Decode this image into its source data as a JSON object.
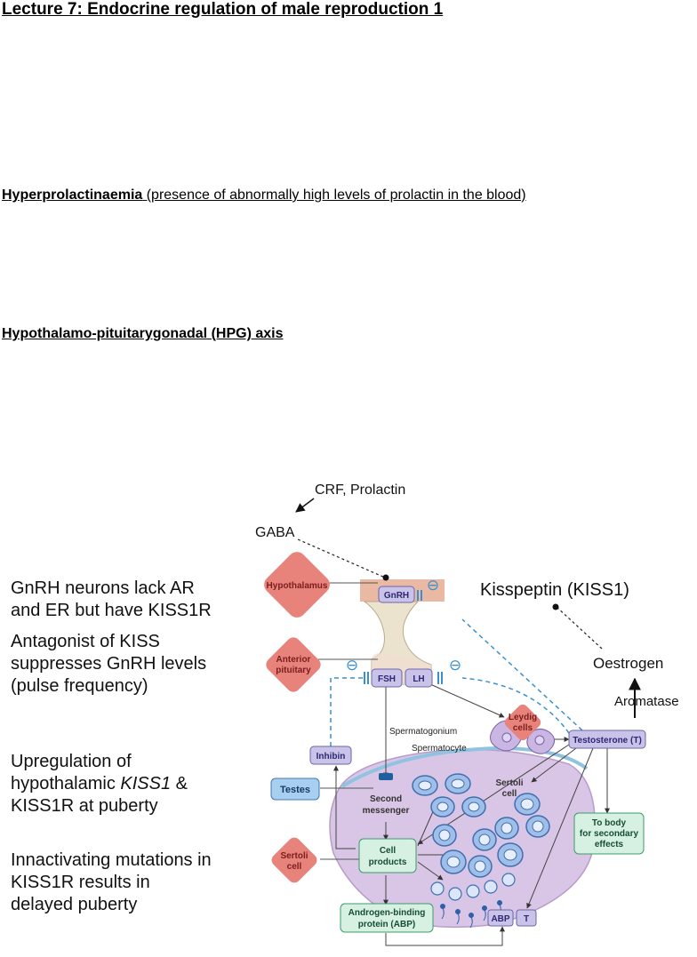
{
  "title": "Lecture 7: Endocrine regulation of male reproduction 1",
  "section1": {
    "bold": "Hyperprolactinaemia",
    "rest": " (presence of abnormally high levels of prolactin in the blood)"
  },
  "section2": {
    "title": "Hypothalamo-pituitarygonadal (HPG) axis"
  },
  "notes": {
    "n1": [
      "GnRH neurons lack AR",
      "and ER but have KISS1R"
    ],
    "n2": [
      "Antagonist of KISS",
      "suppresses GnRH levels",
      "(pulse frequency)"
    ],
    "n3a": [
      "Upregulation of"
    ],
    "n3b_pre": "hypothalamic ",
    "n3b_it": "KISS1",
    "n3b_post": " &",
    "n3c": [
      "KISS1R at puberty"
    ],
    "n4": [
      "Innactivating mutations in",
      "KISS1R results in",
      "delayed puberty"
    ]
  },
  "diagram": {
    "crf": "CRF, Prolactin",
    "gaba": "GABA",
    "kisspeptin": "Kisspeptin (KISS1)",
    "oestrogen": "Oestrogen",
    "aromatase": "Aromatase",
    "hypothalamus": "Hypothalamus",
    "anterior": [
      "Anterior",
      "pituitary"
    ],
    "gnrh": "GnRH",
    "fsh": "FSH",
    "lh": "LH",
    "leydig": [
      "Leydig",
      "cells"
    ],
    "testosterone": "Testosterone (T)",
    "inhibin": "Inhibin",
    "spermatogonium": "Spermatogonium",
    "spermatocyte": "Spermatocyte",
    "testes": "Testes",
    "second": [
      "Second",
      "messenger"
    ],
    "sertoli_in": [
      "Sertoli",
      "cell"
    ],
    "cellproducts": [
      "Cell",
      "products"
    ],
    "sertoli_out": [
      "Sertoli",
      "cell"
    ],
    "tobody": [
      "To body",
      "for secondary",
      "effects"
    ],
    "abp_long": [
      "Androgen-binding",
      "protein (ABP)"
    ],
    "abp": "ABP",
    "t": "T",
    "minus": "⊖"
  },
  "colors": {
    "diamond": "#e8837c",
    "box": "#c9c3ea",
    "green": "#d6f0e2",
    "testes": "#a9cff0",
    "membrane": "#d9c6e6",
    "dashed": "#3a8fd0"
  }
}
